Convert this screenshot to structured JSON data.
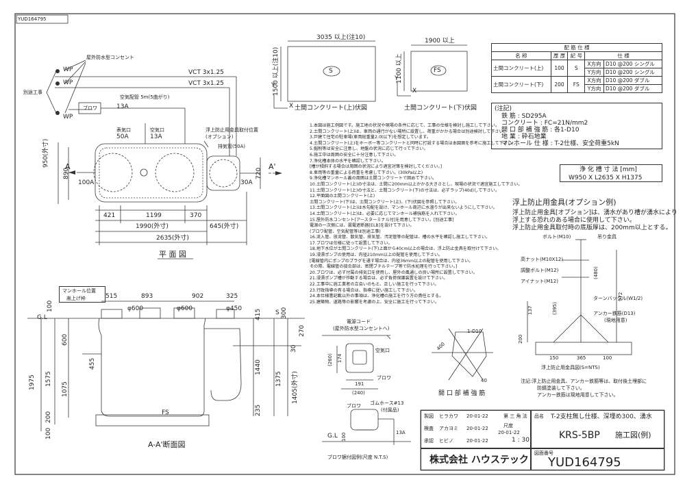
{
  "drawing_no_rotated": "YUD164795",
  "plan": {
    "labels": {
      "outdoor_outlet": "屋外防水型コンセント",
      "wp": "WP",
      "separate_work": "別途工事",
      "blower": "ブロワ",
      "vct1": "VCT 3x1.25",
      "vct2": "VCT 3x1.25",
      "air_pipe": "空気配管 5m(5曲がり)",
      "pipe_13a": "13A",
      "surface_port": "表気口",
      "surface_50a": "50A",
      "air_port": "空気口",
      "air_13a": "13A",
      "float_fitting": "浮上防止用金具取付位置",
      "option": "(オプション)",
      "vent_pipe": "排気管(50A)",
      "inlet_100a": "100A",
      "outlet_30a": "30A",
      "a_left": "A",
      "a_right": "A'",
      "title": "平 面 図"
    },
    "dims": {
      "width_950": "950(外寸)",
      "inner_890": "890",
      "d421": "421",
      "d1199": "1199",
      "d370": "370",
      "d1990": "1990(外寸)",
      "d645": "645(外寸)",
      "d2635": "2635(外寸)",
      "d720": "720"
    }
  },
  "slab_top": {
    "d3035": "3035 以上(注10)",
    "d1500": "1500 以上(注10)",
    "symbol": "S",
    "title": "土間コンクリート(上)伏図",
    "y": "Y",
    "x": "X"
  },
  "slab_bottom": {
    "d1900": "1900 以上",
    "d1100": "1100 以上",
    "symbol": "FS",
    "title": "土間コンクリート(下)伏図",
    "y": "Y",
    "x": "X"
  },
  "rebar_table": {
    "header": "配 筋 仕 様",
    "cols": [
      "名 称",
      "厚 厚",
      "記 号",
      "仕 様"
    ],
    "rows": [
      {
        "name": "土間コンクリート(上)",
        "thick": "100",
        "sym": "S",
        "dir1": "X方向",
        "spec1": "D10 @200 シングル",
        "dir2": "Y方向",
        "spec2": "D10 @200 シングル"
      },
      {
        "name": "土間コンクリート(下)",
        "thick": "200",
        "sym": "FS",
        "dir1": "X方向",
        "spec1": "D10 @200 ダブル",
        "dir2": "Y方向",
        "spec2": "D10 @200 ダブル"
      }
    ]
  },
  "spec_notes": {
    "title": "(注記)",
    "lines": [
      "鉄 筋 : SD295A",
      "コンクリート : FC=21N/mm2",
      "開 口 部 補 強 筋 : 各1-D10",
      "地 業 : 砕石地業",
      "マンホール 仕 様 : T-2仕様、安全荷重5kN"
    ]
  },
  "tank_size": {
    "title": "浄 化 槽 寸 法 [mm]",
    "value": "W950 X L2635 X H1375"
  },
  "float_fitting": {
    "title": "浮上防止用金具(オプション例)",
    "desc1": "浮上防止用金具[オプション]は、湧水があり槽が湧水により",
    "desc2": "浮上する恐れのある場合に使用して下さい。",
    "desc3": "浮上防止用金具取付時の底版厚は、200mm以上とする。",
    "bolt": "ボルト(M10)",
    "hanger": "吊り金具",
    "nut": "高ナット(M10X12)",
    "adj": "調整ボルト(M12)",
    "eye": "アイナット(M12)",
    "turnbuckle": "ターンバックル(W1/2)",
    "anchor": "アンカー鉄筋(D13)",
    "anchor_sub": "(現地用意)",
    "d480": "(480)",
    "d972": "972",
    "d137": "137",
    "d395": "(395)",
    "d200": "200",
    "d150": "150",
    "d365": "365",
    "d100": "100",
    "fig_title": "浮上防止用金具図(S=NTS)",
    "note1": "注記:浮上防止用金具、アンカー鉄筋等は、取付後土埋部に",
    "note2": "防錆塗装して下さい。",
    "note3": "アンカー鉄筋は現地用意して下さい。"
  },
  "notes": [
    "1.本図は施工例図です。施工地の状況や現場の条件に応じて、工事の仕様を検討し施工して下さい。",
    "2.土間コンクリート(上)は、車両の通行がない場所に設置し、荷重がかかる場合は別途検討して下さい。",
    "3.戸建て住宅の駐車場(車両総重量2.0t以下)を想定しています。",
    "4.土間コンクリート(上)をホーボー等コンクリートと同時に打設する場合は本図面を参考に施工して下さい。",
    "5.掘削等は安全に注意し、地盤の状況に応じて行って下さい。",
    "6.施工中は周囲の安全に十分注意して下さい。",
    "7.浄化槽本体の水平を確認して下さい。",
    "  [槽が傾斜する場合は周囲の状況により適宜対策を検討してください。]",
    "8.車両等の重量による荷重を考慮して下さい。(30kPa以上)",
    "9.浄化槽マンホール蓋の周囲は土間コンクリートで固めて下さい。",
    "10.土間コンクリート(上)の寸法は、土間に200mm以上かかる大きさとし、現場の状況で適宜施工して下さい。",
    "11.土間コンクリート(上)の寸法と、土間コンクリート(下)の寸法は、必ずラップ(40d)して下さい。",
    "12.平面図の土間コンクリート(上)",
    "  土間コンクリート(下)は、土間コンクリート(上)、(下)伏図を参照して下さい。",
    "13.土間コンクリート(上)は水勾配を設け、マンホール周辺に水溜りが出来ないようにして下さい。",
    "14.土間コンクリート(上)は、必要に応じてマンホール補強筋を入れて下さい。",
    "15.屋外防水コンセント[アースターミナル付]を用意して下さい。[別途工事]",
    "  電源の一次側には、漏電遮断器[ELB]を設けて下さい。",
    "  (ブロワ配管、空気配管等は別途工事)",
    "16.流入管、放流管、散気管、排気管、汚泥管等の配管は、槽の水平を確認し施工して下さい。",
    "17.ブロワは仕様に従って設置して下さい。",
    "18.地下水位が土間コンクリート(下)上面から40cm以上の場合は、浮上防止金具を取付けて下さい。",
    "19.浸漬ポンプの使用は、内径210mm以上の配管を使用して下さい。",
    "  [電線管内にポンプのプラグを通す場合は、内径36mm以上の配管を使用して下さい。",
    "  その際、電線管の接合部は、密閉ブチルテープ等で防水処理を行って下さい。]",
    "20.ブロワは、必ず付属の排気口を使用し、屋外の風通しの良い場所に設置して下さい。",
    "21.浸漬ポンプ槽が作動する場合は、必ず負荷保護装置を設けて下さい。",
    "22.工事中に施工業者の立会いのもと、正しい施工を行って下さい。",
    "23.行政指導の有る場合は、指導に従い施工して下さい。",
    "24.本仕様書記載以外の事項は、浄化槽の施工を行う方の責任とする。",
    "25.建築物、道路等の影響を考慮の上、安全に施工を行って下さい。"
  ],
  "section": {
    "manhole_pos": "マンホール位置",
    "raise_frame": "嵩上げ枠",
    "gl": "G.L",
    "d515": "515",
    "d893": "893",
    "d902": "902",
    "d325": "325",
    "phi600a": "φ600",
    "phi600b": "φ600",
    "phi450": "φ450",
    "d100": "100",
    "d600": "600",
    "d455": "455",
    "d1975": "1975",
    "d1575": "1575",
    "d1075": "1075",
    "d300": "300",
    "d415": "415",
    "d270": "270",
    "d30": "30",
    "d1440": "1440",
    "d1375": "1375",
    "d1405": "1405(外寸)",
    "d235": "235",
    "d200": "200",
    "d100b": "100",
    "fs": "FS",
    "s": "S",
    "title": "A-A'断面図"
  },
  "outlet_detail": {
    "cord": "電源コード",
    "outlet": "(屋外防水型コンセントへ)",
    "air_port": "空気口",
    "blower": "ブロワ",
    "d174": "174",
    "d260": "(260)",
    "d191": "191",
    "d240": "(240)"
  },
  "blower_detail": {
    "blower": "ブロワ",
    "hose": "ゴムホース#13",
    "hose_sub": "(付属品)",
    "d13a": "13A",
    "gl": "G.L",
    "d100": "100",
    "title": "ブロワ据付図例(尺度 N.T.S)"
  },
  "opening": {
    "d400": "400",
    "rebar": "1-D10",
    "d40": "40",
    "title": "開 口 部 補 強 筋"
  },
  "title_block": {
    "design": "製図",
    "design_name": "ヒラカワ",
    "design_date": "20-01-22",
    "check": "検査",
    "check_name": "アカヨミ",
    "check_date": "20-01-22",
    "approve": "承認",
    "approve_name": "ヒビノ",
    "approve_date": "20-01-22",
    "angle": "第 三 角 法",
    "scale_label": "尺度",
    "scale": "1 : 30",
    "rev_date": "20-01-22",
    "name_label": "品名",
    "product_desc": "T-2支柱無し仕様、深埋め300、湧水",
    "model": "KRS-5BP",
    "drawing_type": "施工図(例)",
    "company": "株式会社 ハウステック",
    "dwg_label": "図面番号",
    "dwg_no": "YUD164795"
  }
}
